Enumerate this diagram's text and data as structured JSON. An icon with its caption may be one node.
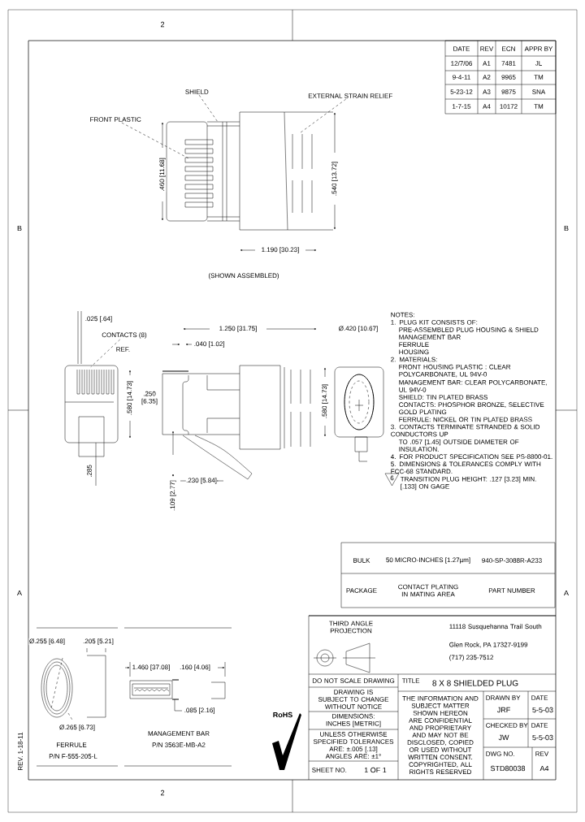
{
  "diagram": {
    "nodes": [
      {
        "text": [
          "FRONT PLASTIC"
        ]
      },
      {
        "text": [
          "SHIELD"
        ]
      },
      {
        "text": [
          "EXTERNAL STRAIN RELIEF"
        ]
      },
      {
        "text": [
          "CONTACTS (8)"
        ]
      },
      {
        "text": [],
        "shape": "picture"
      },
      {
        "text": [],
        "shape": "picture"
      }
    ],
    "edges": [
      {
        "from": 0,
        "to": 4,
        "arrow": "none",
        "style": "dashed"
      },
      {
        "from": 1,
        "to": 4,
        "arrow": "none",
        "style": "dashed"
      },
      {
        "from": 2,
        "to": 4,
        "arrow": "none",
        "style": "dashed"
      },
      {
        "from": 3,
        "to": 5,
        "arrow": "none",
        "style": "dashed"
      }
    ],
    "labels": [
      "2",
      "DATE",
      "REV",
      "ECN",
      "APPR BY",
      "12/7/06",
      "A1",
      "7481",
      "JL",
      "9-4-11",
      "A2",
      "9965",
      "TM",
      "5-23-12",
      "A3",
      "9875",
      "SNA",
      "1-7-15",
      "A4",
      "10172",
      "TM",
      ".460 [11.68]",
      ".540 [13.72]",
      "1.190 [30.23]",
      "(SHOWN ASSEMBLED)",
      "B",
      "B",
      ".025 [.64]",
      "REF.",
      ".580 [14.73]",
      ".285",
      "1.250 [31.75]",
      ".040 [1.02]",
      ".250 [6.35]",
      ".109 [2.77]",
      ".230 [5.84]",
      "Ø.420 [10.67]",
      ".580 [14.73]",
      "NOTES:",
      "1. PLUG KIT CONSISTS OF:",
      "PRE-ASSEMBLED PLUG HOUSING & SHIELD",
      "MANAGEMENT BAR",
      "FERRULE",
      "HOUSING",
      "2. MATERIALS:",
      "FRONT HOUSING PLASTIC : CLEAR POLYCARBONATE, UL 94V-0",
      "MANAGEMENT BAR: CLEAR POLYCARBONATE, UL 94V-0",
      "SHIELD: TIN PLATED BRASS",
      "CONTACTS: PHOSPHOR BRONZE, SELECTIVE GOLD PLATING",
      "FERRULE: NICKEL OR TIN PLATED BRASS",
      "3. CONTACTS TERMINATE STRANDED & SOLID CONDUCTORS UP",
      "TO .057 [1.45] OUTSIDE DIAMETER OF INSULATION.",
      "4. FOR PRODUCT SPECIFICATION SEE PS-8800-01.",
      "5. DIMENSIONS & TOLERANCES COMPLY WITH FCC-68 STANDARD.",
      "6",
      "TRANSITION PLUG HEIGHT: .127 [3.23] MIN. [.133] ON GAGE",
      "BULK",
      "50 MICRO-INCHES [1.27µm]",
      "940-SP-3088R-A233",
      "PACKAGE",
      "CONTACT PLATING IN MATING AREA",
      "PART NUMBER",
      "A",
      "A",
      "THIRD ANGLE PROJECTION",
      "11118 Susquehanna Trail South",
      "Glen Rock, PA 17327-9199",
      "(717) 235-7512",
      "DO NOT SCALE DRAWING",
      "TITLE",
      "8 X 8 SHIELDED PLUG",
      "DRAWING IS SUBJECT TO CHANGE WITHOUT NOTICE",
      "RoHS",
      "DIMENSIONS: INCHES [METRIC]",
      "THE INFORMATION AND SUBJECT MATTER SHOWN HEREON ARE CONFIDENTIAL AND PROPRIETARY AND MAY NOT BE DISCLOSED, COPIED OR USED WITHOUT WRITTEN CONSENT. COPYRIGHTED, ALL RIGHTS RESERVED",
      "DRAWN BY",
      "JRF",
      "DATE",
      "5-5-03",
      "UNLESS OTHERWISE SPECIFIED TOLERANCES ARE: ±.005 [.13] ANGLES ARE: ±1°",
      "CHECKED BY",
      "JW",
      "DATE",
      "5-5-03",
      "SHEET NO.",
      "1 OF 1",
      "DWG NO.",
      "STD80038",
      "REV",
      "A4",
      "Ø.255 [6.48]",
      ".205 [5.21]",
      "1.460 [37.08]",
      ".160 [4.06]",
      ".085 [2.16]",
      "Ø.265 [6.73]",
      "MANAGEMENT BAR",
      "FERRULE",
      "P/N 3563E-MB-A2",
      "P/N F-555-205-L",
      "REV. 1-18-11",
      "2"
    ]
  }
}
